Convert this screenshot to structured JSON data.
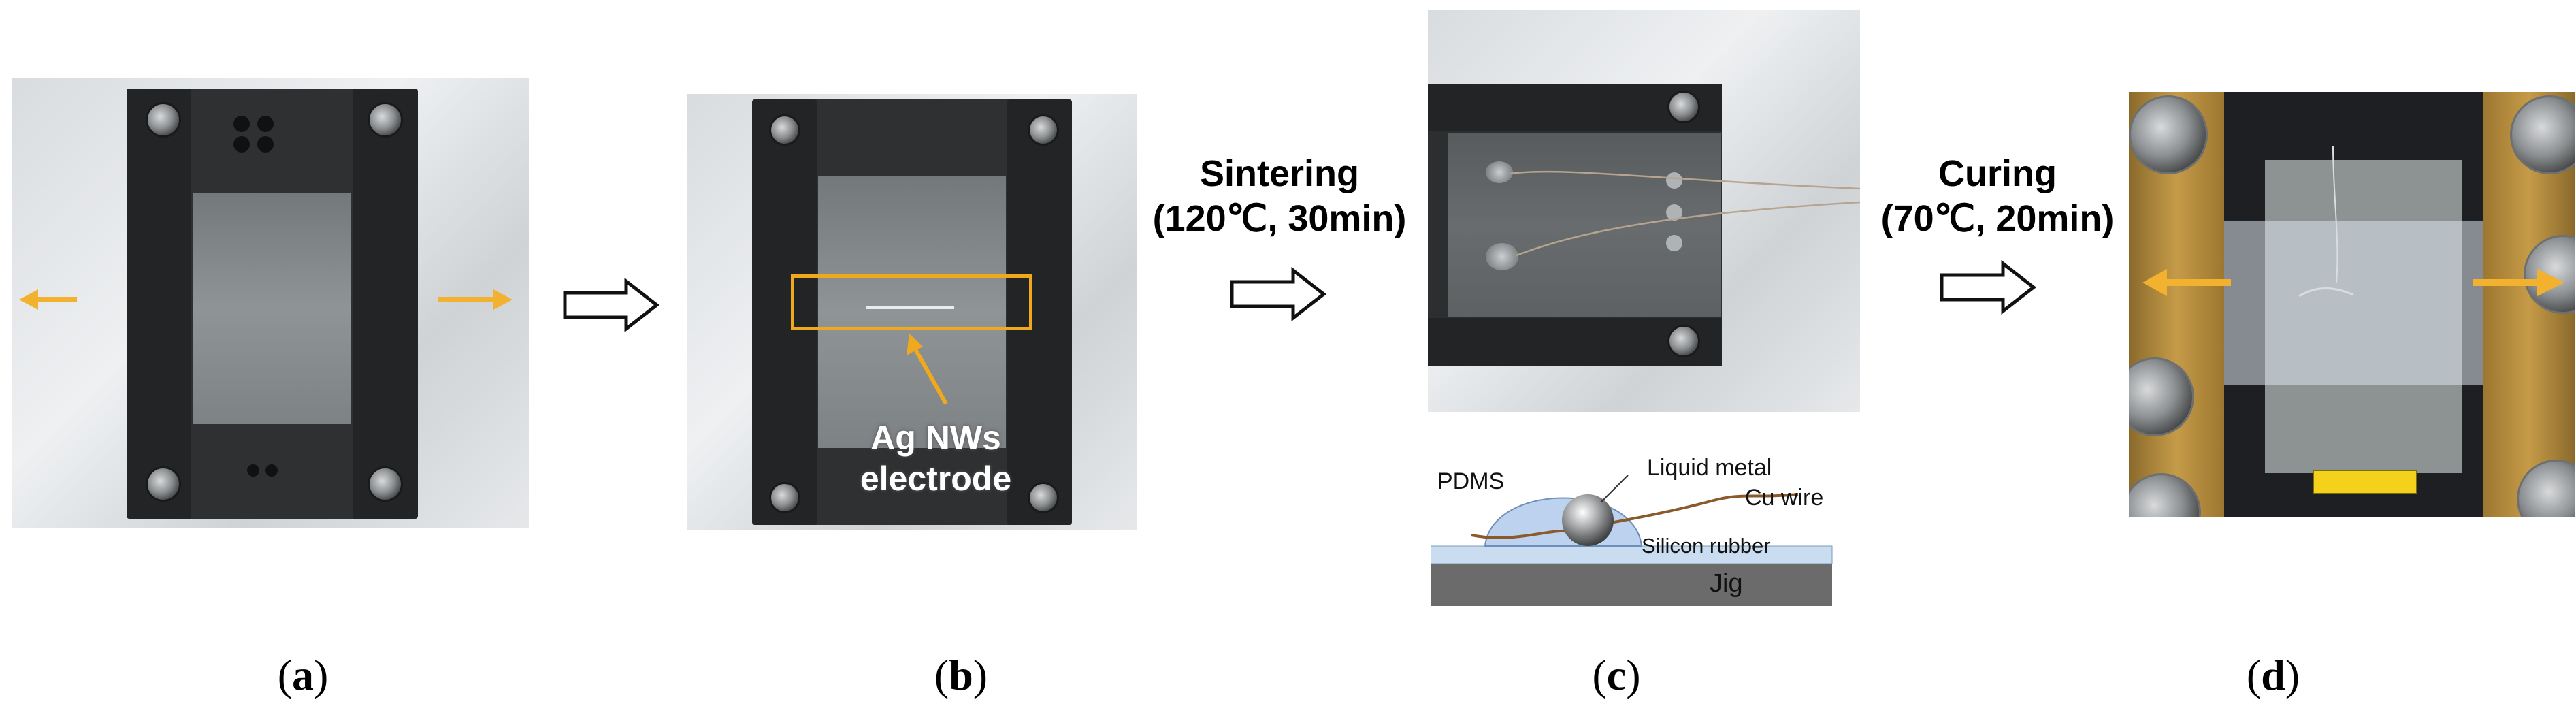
{
  "panel_labels": [
    "a",
    "b",
    "c",
    "d"
  ],
  "step_sintering": {
    "line1": "Sintering",
    "line2": "(120℃, 30min)"
  },
  "step_curing": {
    "line1": "Curing",
    "line2": "(70℃, 20min)"
  },
  "electrode_label": {
    "line1": "Ag NWs",
    "line2": "electrode"
  },
  "cross_section": {
    "pdms": "PDMS",
    "liquid_metal": "Liquid metal",
    "cu_wire": "Cu wire",
    "silicon_rubber": "Silicon rubber",
    "jig": "Jig"
  },
  "colors": {
    "stretch_arrow": "#f2b12e",
    "electrode_box": "#f0a81c",
    "jig": "#2e3031",
    "jig_diagram": "#6b6b6b",
    "pdms": "#bcd2ee",
    "silicon_rubber": "#c9dcf0",
    "cu_wire": "#8a5a2b",
    "machine_brass": "#b8893a"
  }
}
